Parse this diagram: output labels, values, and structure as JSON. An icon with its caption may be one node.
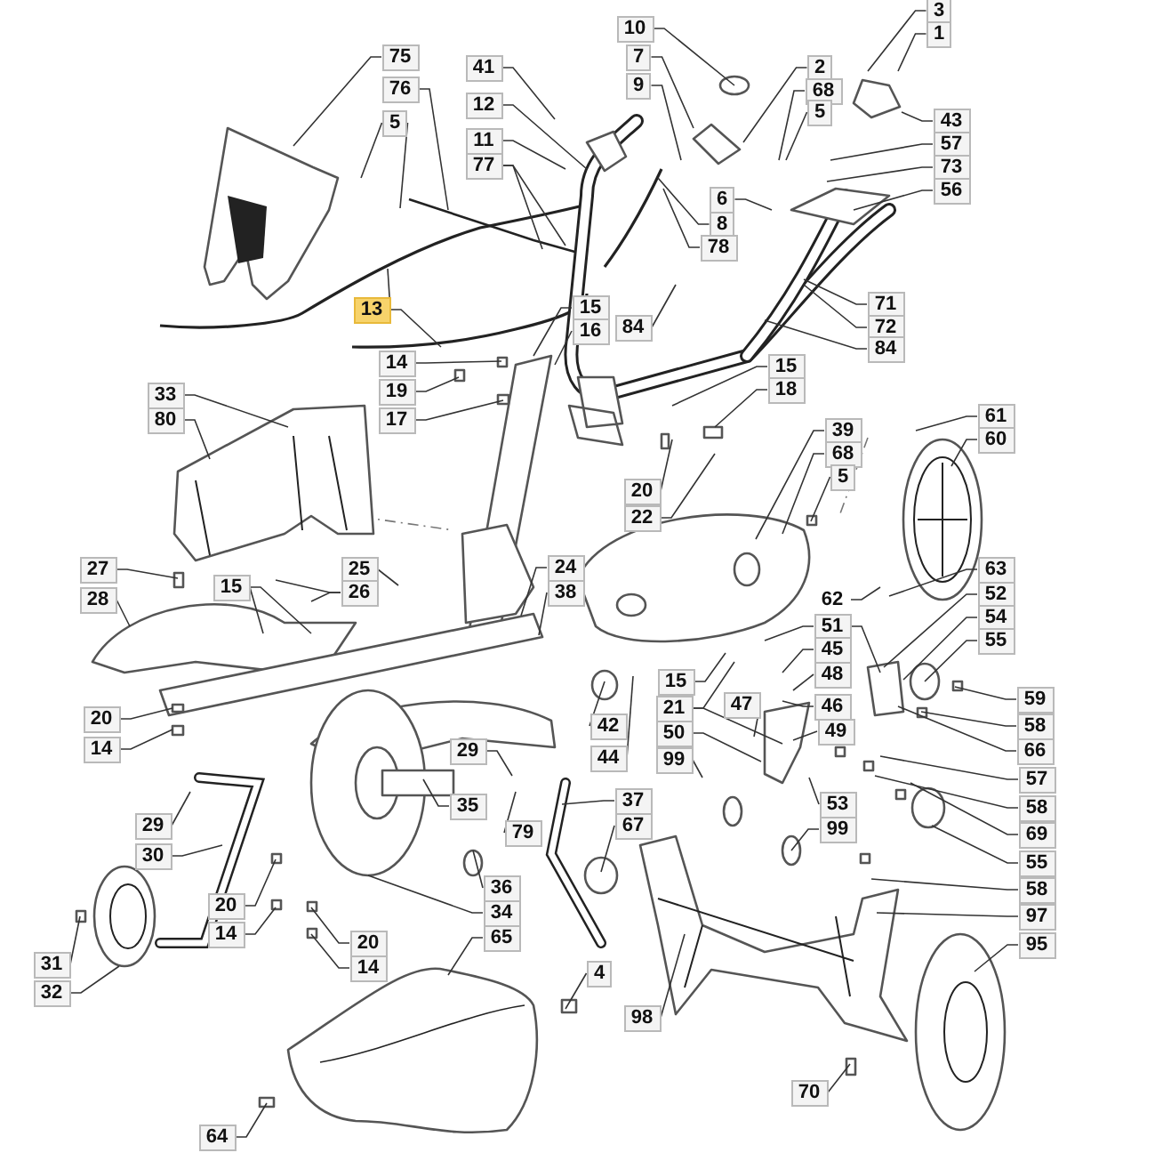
{
  "diagram": {
    "nodes": [
      {
        "text": [
          "75"
        ]
      },
      {
        "text": [
          "76"
        ]
      },
      {
        "text": [
          "5"
        ]
      },
      {
        "text": [
          "41"
        ]
      },
      {
        "text": [
          "12"
        ]
      },
      {
        "text": [
          "11"
        ]
      },
      {
        "text": [
          "77"
        ]
      },
      {
        "text": [
          "13"
        ]
      },
      {
        "text": [
          "14"
        ]
      },
      {
        "text": [
          "19"
        ]
      },
      {
        "text": [
          "17"
        ]
      },
      {
        "text": [
          "10"
        ]
      },
      {
        "text": [
          "7"
        ]
      },
      {
        "text": [
          "9"
        ]
      },
      {
        "text": [
          "2"
        ]
      },
      {
        "text": [
          "68"
        ]
      },
      {
        "text": [
          "5"
        ]
      },
      {
        "text": [
          "3"
        ]
      },
      {
        "text": [
          "1"
        ]
      },
      {
        "text": [
          "43"
        ]
      },
      {
        "text": [
          "57"
        ]
      },
      {
        "text": [
          "73"
        ]
      },
      {
        "text": [
          "56"
        ]
      },
      {
        "text": [
          "6"
        ]
      },
      {
        "text": [
          "8"
        ]
      },
      {
        "text": [
          "78"
        ]
      },
      {
        "text": [
          "15"
        ]
      },
      {
        "text": [
          "16"
        ]
      },
      {
        "text": [
          "84"
        ]
      },
      {
        "text": [
          "71"
        ]
      },
      {
        "text": [
          "72"
        ]
      },
      {
        "text": [
          "84"
        ]
      },
      {
        "text": [
          "15"
        ]
      },
      {
        "text": [
          "18"
        ]
      },
      {
        "text": [
          "33"
        ]
      },
      {
        "text": [
          "80"
        ]
      },
      {
        "text": [
          "61"
        ]
      },
      {
        "text": [
          "60"
        ]
      },
      {
        "text": [
          "39"
        ]
      },
      {
        "text": [
          "68"
        ]
      },
      {
        "text": [
          "5"
        ]
      },
      {
        "text": [
          "20"
        ]
      },
      {
        "text": [
          "22"
        ]
      },
      {
        "text": [
          "27"
        ]
      },
      {
        "text": [
          "28"
        ]
      },
      {
        "text": [
          "15"
        ]
      },
      {
        "text": [
          "25"
        ]
      },
      {
        "text": [
          "26"
        ]
      },
      {
        "text": [
          "24"
        ]
      },
      {
        "text": [
          "38"
        ]
      },
      {
        "text": [
          "62"
        ]
      },
      {
        "text": [
          "63"
        ]
      },
      {
        "text": [
          "52"
        ]
      },
      {
        "text": [
          "54"
        ]
      },
      {
        "text": [
          "55"
        ]
      },
      {
        "text": [
          "51"
        ]
      },
      {
        "text": [
          "45"
        ]
      },
      {
        "text": [
          "48"
        ]
      },
      {
        "text": [
          "15"
        ]
      },
      {
        "text": [
          "21"
        ]
      },
      {
        "text": [
          "47"
        ]
      },
      {
        "text": [
          "46"
        ]
      },
      {
        "text": [
          "49"
        ]
      },
      {
        "text": [
          "50"
        ]
      },
      {
        "text": [
          "42"
        ]
      },
      {
        "text": [
          "44"
        ]
      },
      {
        "text": [
          "99"
        ]
      },
      {
        "text": [
          "59"
        ]
      },
      {
        "text": [
          "58"
        ]
      },
      {
        "text": [
          "66"
        ]
      },
      {
        "text": [
          "57"
        ]
      },
      {
        "text": [
          "20"
        ]
      },
      {
        "text": [
          "14"
        ]
      },
      {
        "text": [
          "29"
        ]
      },
      {
        "text": [
          "35"
        ]
      },
      {
        "text": [
          "79"
        ]
      },
      {
        "text": [
          "53"
        ]
      },
      {
        "text": [
          "99"
        ]
      },
      {
        "text": [
          "37"
        ]
      },
      {
        "text": [
          "67"
        ]
      },
      {
        "text": [
          "58"
        ]
      },
      {
        "text": [
          "69"
        ]
      },
      {
        "text": [
          "55"
        ]
      },
      {
        "text": [
          "58"
        ]
      },
      {
        "text": [
          "97"
        ]
      },
      {
        "text": [
          "95"
        ]
      },
      {
        "text": [
          "29"
        ]
      },
      {
        "text": [
          "30"
        ]
      },
      {
        "text": [
          "20"
        ]
      },
      {
        "text": [
          "14"
        ]
      },
      {
        "text": [
          "20"
        ]
      },
      {
        "text": [
          "14"
        ]
      },
      {
        "text": [
          "31"
        ]
      },
      {
        "text": [
          "32"
        ]
      },
      {
        "text": [
          "36"
        ]
      },
      {
        "text": [
          "34"
        ]
      },
      {
        "text": [
          "65"
        ]
      },
      {
        "text": [
          "4"
        ]
      },
      {
        "text": [
          "98"
        ]
      },
      {
        "text": [
          "70"
        ]
      },
      {
        "text": [
          "64"
        ]
      }
    ],
    "edges": [
      {
        "from": 0,
        "to": null,
        "arrow": "none"
      },
      {
        "from": 1,
        "to": null,
        "arrow": "none"
      },
      {
        "from": 2,
        "to": null,
        "arrow": "none"
      },
      {
        "from": 2,
        "to": null,
        "arrow": "none"
      },
      {
        "from": 3,
        "to": null,
        "arrow": "none"
      },
      {
        "from": 4,
        "to": null,
        "arrow": "none"
      },
      {
        "from": 5,
        "to": null,
        "arrow": "none"
      },
      {
        "from": 6,
        "to": null,
        "arrow": "none"
      },
      {
        "from": 6,
        "to": null,
        "arrow": "none"
      },
      {
        "from": 7,
        "to": null,
        "arrow": "none"
      },
      {
        "from": 7,
        "to": null,
        "arrow": "none"
      },
      {
        "from": 8,
        "to": null,
        "arrow": "none"
      },
      {
        "from": 9,
        "to": null,
        "arrow": "none"
      },
      {
        "from": 10,
        "to": null,
        "arrow": "none"
      },
      {
        "from": 11,
        "to": null,
        "arrow": "none"
      },
      {
        "from": 12,
        "to": null,
        "arrow": "none"
      },
      {
        "from": 13,
        "to": null,
        "arrow": "none"
      },
      {
        "from": 14,
        "to": null,
        "arrow": "none"
      },
      {
        "from": 15,
        "to": null,
        "arrow": "none"
      },
      {
        "from": 16,
        "to": null,
        "arrow": "none"
      },
      {
        "from": 17,
        "to": null,
        "arrow": "none"
      },
      {
        "from": 18,
        "to": null,
        "arrow": "none"
      },
      {
        "from": 19,
        "to": null,
        "arrow": "none"
      },
      {
        "from": 20,
        "to": null,
        "arrow": "none"
      },
      {
        "from": 21,
        "to": null,
        "arrow": "none"
      },
      {
        "from": 22,
        "to": null,
        "arrow": "none"
      },
      {
        "from": 23,
        "to": null,
        "arrow": "none"
      },
      {
        "from": 24,
        "to": null,
        "arrow": "none"
      },
      {
        "from": 25,
        "to": null,
        "arrow": "none"
      },
      {
        "from": 26,
        "to": null,
        "arrow": "none"
      },
      {
        "from": 27,
        "to": null,
        "arrow": "none"
      },
      {
        "from": 28,
        "to": null,
        "arrow": "none"
      },
      {
        "from": 29,
        "to": null,
        "arrow": "none"
      },
      {
        "from": 30,
        "to": null,
        "arrow": "none"
      },
      {
        "from": 31,
        "to": null,
        "arrow": "none"
      },
      {
        "from": 32,
        "to": null,
        "arrow": "none"
      },
      {
        "from": 33,
        "to": null,
        "arrow": "none"
      },
      {
        "from": 34,
        "to": null,
        "arrow": "none"
      },
      {
        "from": 35,
        "to": null,
        "arrow": "none"
      },
      {
        "from": 36,
        "to": null,
        "arrow": "none"
      },
      {
        "from": 37,
        "to": null,
        "arrow": "none"
      },
      {
        "from": 38,
        "to": null,
        "arrow": "none"
      },
      {
        "from": 39,
        "to": null,
        "arrow": "none"
      },
      {
        "from": 40,
        "to": null,
        "arrow": "none"
      },
      {
        "from": 41,
        "to": null,
        "arrow": "none"
      },
      {
        "from": 42,
        "to": null,
        "arrow": "none"
      },
      {
        "from": 43,
        "to": null,
        "arrow": "none"
      },
      {
        "from": 44,
        "to": null,
        "arrow": "none"
      },
      {
        "from": 45,
        "to": null,
        "arrow": "none"
      },
      {
        "from": 45,
        "to": null,
        "arrow": "none"
      },
      {
        "from": 46,
        "to": null,
        "arrow": "none"
      },
      {
        "from": 47,
        "to": null,
        "arrow": "none"
      },
      {
        "from": 47,
        "to": null,
        "arrow": "none"
      },
      {
        "from": 48,
        "to": null,
        "arrow": "none"
      },
      {
        "from": 49,
        "to": null,
        "arrow": "none"
      },
      {
        "from": 50,
        "to": null,
        "arrow": "none"
      },
      {
        "from": 51,
        "to": null,
        "arrow": "none"
      },
      {
        "from": 52,
        "to": null,
        "arrow": "none"
      },
      {
        "from": 53,
        "to": null,
        "arrow": "none"
      },
      {
        "from": 54,
        "to": null,
        "arrow": "none"
      },
      {
        "from": 55,
        "to": null,
        "arrow": "none"
      },
      {
        "from": 55,
        "to": null,
        "arrow": "none"
      },
      {
        "from": 56,
        "to": null,
        "arrow": "none"
      },
      {
        "from": 57,
        "to": null,
        "arrow": "none"
      },
      {
        "from": 58,
        "to": null,
        "arrow": "none"
      },
      {
        "from": 59,
        "to": null,
        "arrow": "none"
      },
      {
        "from": 59,
        "to": null,
        "arrow": "none"
      },
      {
        "from": 60,
        "to": null,
        "arrow": "none"
      },
      {
        "from": 61,
        "to": null,
        "arrow": "none"
      },
      {
        "from": 62,
        "to": null,
        "arrow": "none"
      },
      {
        "from": 63,
        "to": null,
        "arrow": "none"
      },
      {
        "from": 64,
        "to": null,
        "arrow": "none"
      },
      {
        "from": 65,
        "to": null,
        "arrow": "none"
      },
      {
        "from": 66,
        "to": null,
        "arrow": "none"
      },
      {
        "from": 67,
        "to": null,
        "arrow": "none"
      },
      {
        "from": 68,
        "to": null,
        "arrow": "none"
      },
      {
        "from": 69,
        "to": null,
        "arrow": "none"
      },
      {
        "from": 70,
        "to": null,
        "arrow": "none"
      },
      {
        "from": 71,
        "to": null,
        "arrow": "none"
      },
      {
        "from": 72,
        "to": null,
        "arrow": "none"
      },
      {
        "from": 73,
        "to": null,
        "arrow": "none"
      },
      {
        "from": 74,
        "to": null,
        "arrow": "none"
      },
      {
        "from": 75,
        "to": null,
        "arrow": "none"
      },
      {
        "from": 76,
        "to": null,
        "arrow": "none"
      },
      {
        "from": 77,
        "to": null,
        "arrow": "none"
      },
      {
        "from": 78,
        "to": null,
        "arrow": "none"
      },
      {
        "from": 79,
        "to": null,
        "arrow": "none"
      },
      {
        "from": 80,
        "to": null,
        "arrow": "none"
      },
      {
        "from": 81,
        "to": null,
        "arrow": "none"
      },
      {
        "from": 82,
        "to": null,
        "arrow": "none"
      },
      {
        "from": 83,
        "to": null,
        "arrow": "none"
      },
      {
        "from": 84,
        "to": null,
        "arrow": "none"
      },
      {
        "from": 85,
        "to": null,
        "arrow": "none"
      },
      {
        "from": 86,
        "to": null,
        "arrow": "none"
      },
      {
        "from": 87,
        "to": null,
        "arrow": "none"
      },
      {
        "from": 88,
        "to": null,
        "arrow": "none"
      },
      {
        "from": 89,
        "to": null,
        "arrow": "none"
      },
      {
        "from": 90,
        "to": null,
        "arrow": "none"
      },
      {
        "from": 91,
        "to": null,
        "arrow": "none"
      },
      {
        "from": 92,
        "to": null,
        "arrow": "none"
      },
      {
        "from": 93,
        "to": null,
        "arrow": "none"
      },
      {
        "from": 94,
        "to": null,
        "arrow": "none"
      },
      {
        "from": 95,
        "to": null,
        "arrow": "none"
      },
      {
        "from": 96,
        "to": null,
        "arrow": "none"
      },
      {
        "from": 97,
        "to": null,
        "arrow": "none"
      },
      {
        "from": 98,
        "to": null,
        "arrow": "none"
      },
      {
        "from": 99,
        "to": null,
        "arrow": "none"
      },
      {
        "from": 100,
        "to": null,
        "arrow": "none"
      }
    ]
  }
}
